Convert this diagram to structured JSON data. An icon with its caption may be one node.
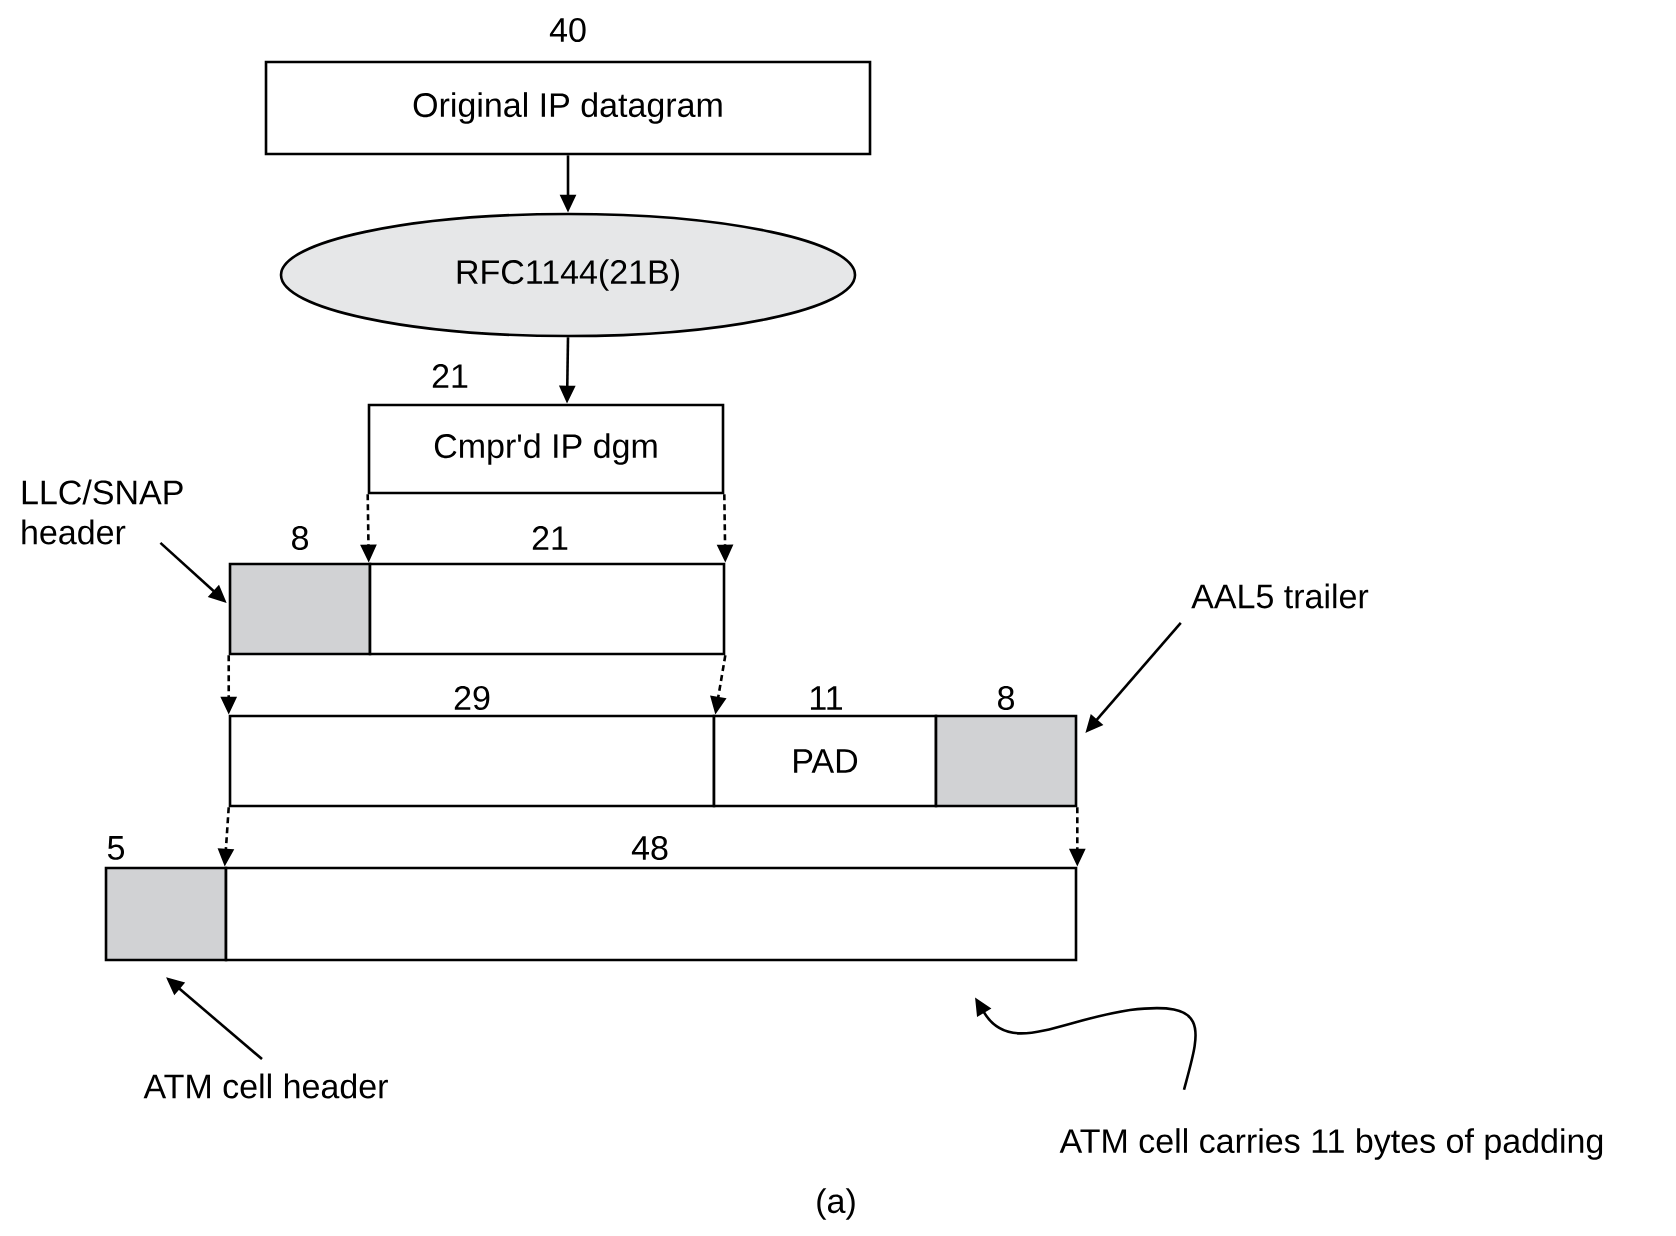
{
  "diagram": {
    "caption": "(a)",
    "nodes": [
      {
        "text": [
          "Original IP datagram"
        ],
        "beside": [
          "40"
        ]
      },
      {
        "text": [
          "RFC1144(21B)"
        ]
      },
      {
        "text": [
          "Cmpr'd IP dgm"
        ],
        "beside": [
          "21"
        ]
      },
      {
        "text": [],
        "shape": "box",
        "beside": [
          "8"
        ]
      },
      {
        "text": [],
        "shape": "box",
        "beside": [
          "21"
        ]
      },
      {
        "text": [],
        "shape": "box",
        "beside": [
          "29"
        ]
      },
      {
        "text": [
          "PAD"
        ],
        "beside": [
          "11"
        ]
      },
      {
        "text": [],
        "shape": "box",
        "beside": [
          "8"
        ]
      },
      {
        "text": [],
        "shape": "box",
        "beside": [
          "5"
        ]
      },
      {
        "text": [],
        "shape": "box",
        "beside": [
          "48"
        ]
      },
      {
        "text": [
          "LLC/SNAP header"
        ]
      },
      {
        "text": [
          "AAL5 trailer"
        ]
      },
      {
        "text": [
          "ATM cell header"
        ]
      },
      {
        "text": [
          "ATM cell carries 11 bytes of padding"
        ]
      }
    ],
    "edges": [
      {
        "from": 0,
        "to": 1,
        "arrow": "to"
      },
      {
        "from": 1,
        "to": 2,
        "arrow": "to"
      },
      {
        "from": 2,
        "to": 4,
        "arrow": "to",
        "style": "dashed"
      },
      {
        "from": 2,
        "to": 4,
        "arrow": "to",
        "style": "dashed"
      },
      {
        "from": 3,
        "to": 5,
        "arrow": "to",
        "style": "dashed"
      },
      {
        "from": 4,
        "to": 5,
        "arrow": "to",
        "style": "dashed"
      },
      {
        "from": 5,
        "to": 9,
        "arrow": "to",
        "style": "dashed"
      },
      {
        "from": 7,
        "to": 9,
        "arrow": "to",
        "style": "dashed"
      },
      {
        "from": 10,
        "to": 3,
        "arrow": "to"
      },
      {
        "from": 11,
        "to": 7,
        "arrow": "to"
      },
      {
        "from": 12,
        "to": 8,
        "arrow": "to"
      },
      {
        "from": 13,
        "to": 9,
        "arrow": "to"
      }
    ]
  }
}
